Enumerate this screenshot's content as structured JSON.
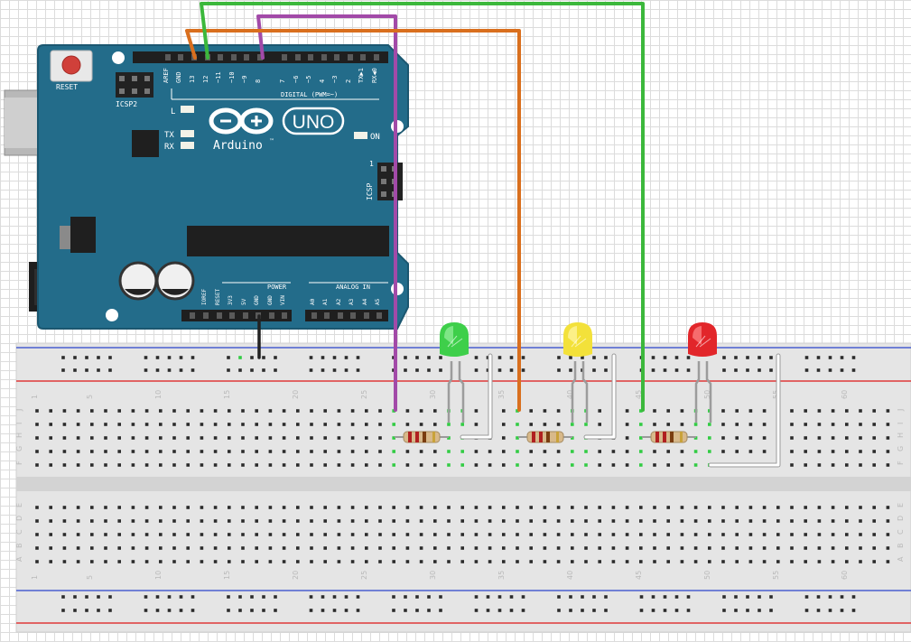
{
  "board": {
    "reset_label": "RESET",
    "icsp2_label": "ICSP2",
    "l_label": "L",
    "tx_label": "TX",
    "rx_label": "RX",
    "uno_label": "UNO",
    "brand_label": "Arduino",
    "tm_label": "™",
    "on_label": "ON",
    "icsp_label": "ICSP",
    "icsp_pin1_label": "1",
    "digital_label": "DIGITAL (PWM=~)",
    "power_label": "POWER",
    "analog_label": "ANALOG IN",
    "digital_pins": [
      "AREF",
      "GND",
      "13",
      "12",
      "~11",
      "~10",
      "~9",
      "8",
      "7",
      "~6",
      "~5",
      "4",
      "~3",
      "2",
      "TX▶1",
      "RX◀0"
    ],
    "power_pins": [
      "IOREF",
      "RESET",
      "3V3",
      "5V",
      "GND",
      "GND",
      "VIN"
    ],
    "analog_pins": [
      "A0",
      "A1",
      "A2",
      "A3",
      "A4",
      "A5"
    ]
  },
  "breadboard": {
    "column_numbers": [
      "1",
      "5",
      "10",
      "15",
      "20",
      "25",
      "30",
      "35",
      "40",
      "45",
      "50",
      "55",
      "60"
    ],
    "row_letters_top": [
      "J",
      "I",
      "H",
      "G",
      "F"
    ],
    "row_letters_bottom": [
      "E",
      "D",
      "C",
      "B",
      "A"
    ]
  },
  "components": {
    "leds": [
      {
        "name": "green-led",
        "color": "#3ecf4a",
        "highlight": "#9af09f"
      },
      {
        "name": "yellow-led",
        "color": "#f3e13a",
        "highlight": "#fff6a8"
      },
      {
        "name": "red-led",
        "color": "#e2262a",
        "highlight": "#ff8a8a"
      }
    ],
    "wire_colors": {
      "purple": "#a24aa8",
      "orange": "#d96f1e",
      "green": "#3cb83c",
      "black": "#222222",
      "white": "#ffffff"
    }
  },
  "colors": {
    "board": "#236c8a",
    "board_edge": "#1b5770",
    "rail_blue": "#4a5fd0",
    "rail_red": "#e03a3a",
    "hole": "#2b2b2b",
    "hole_connected": "#33cc44"
  }
}
